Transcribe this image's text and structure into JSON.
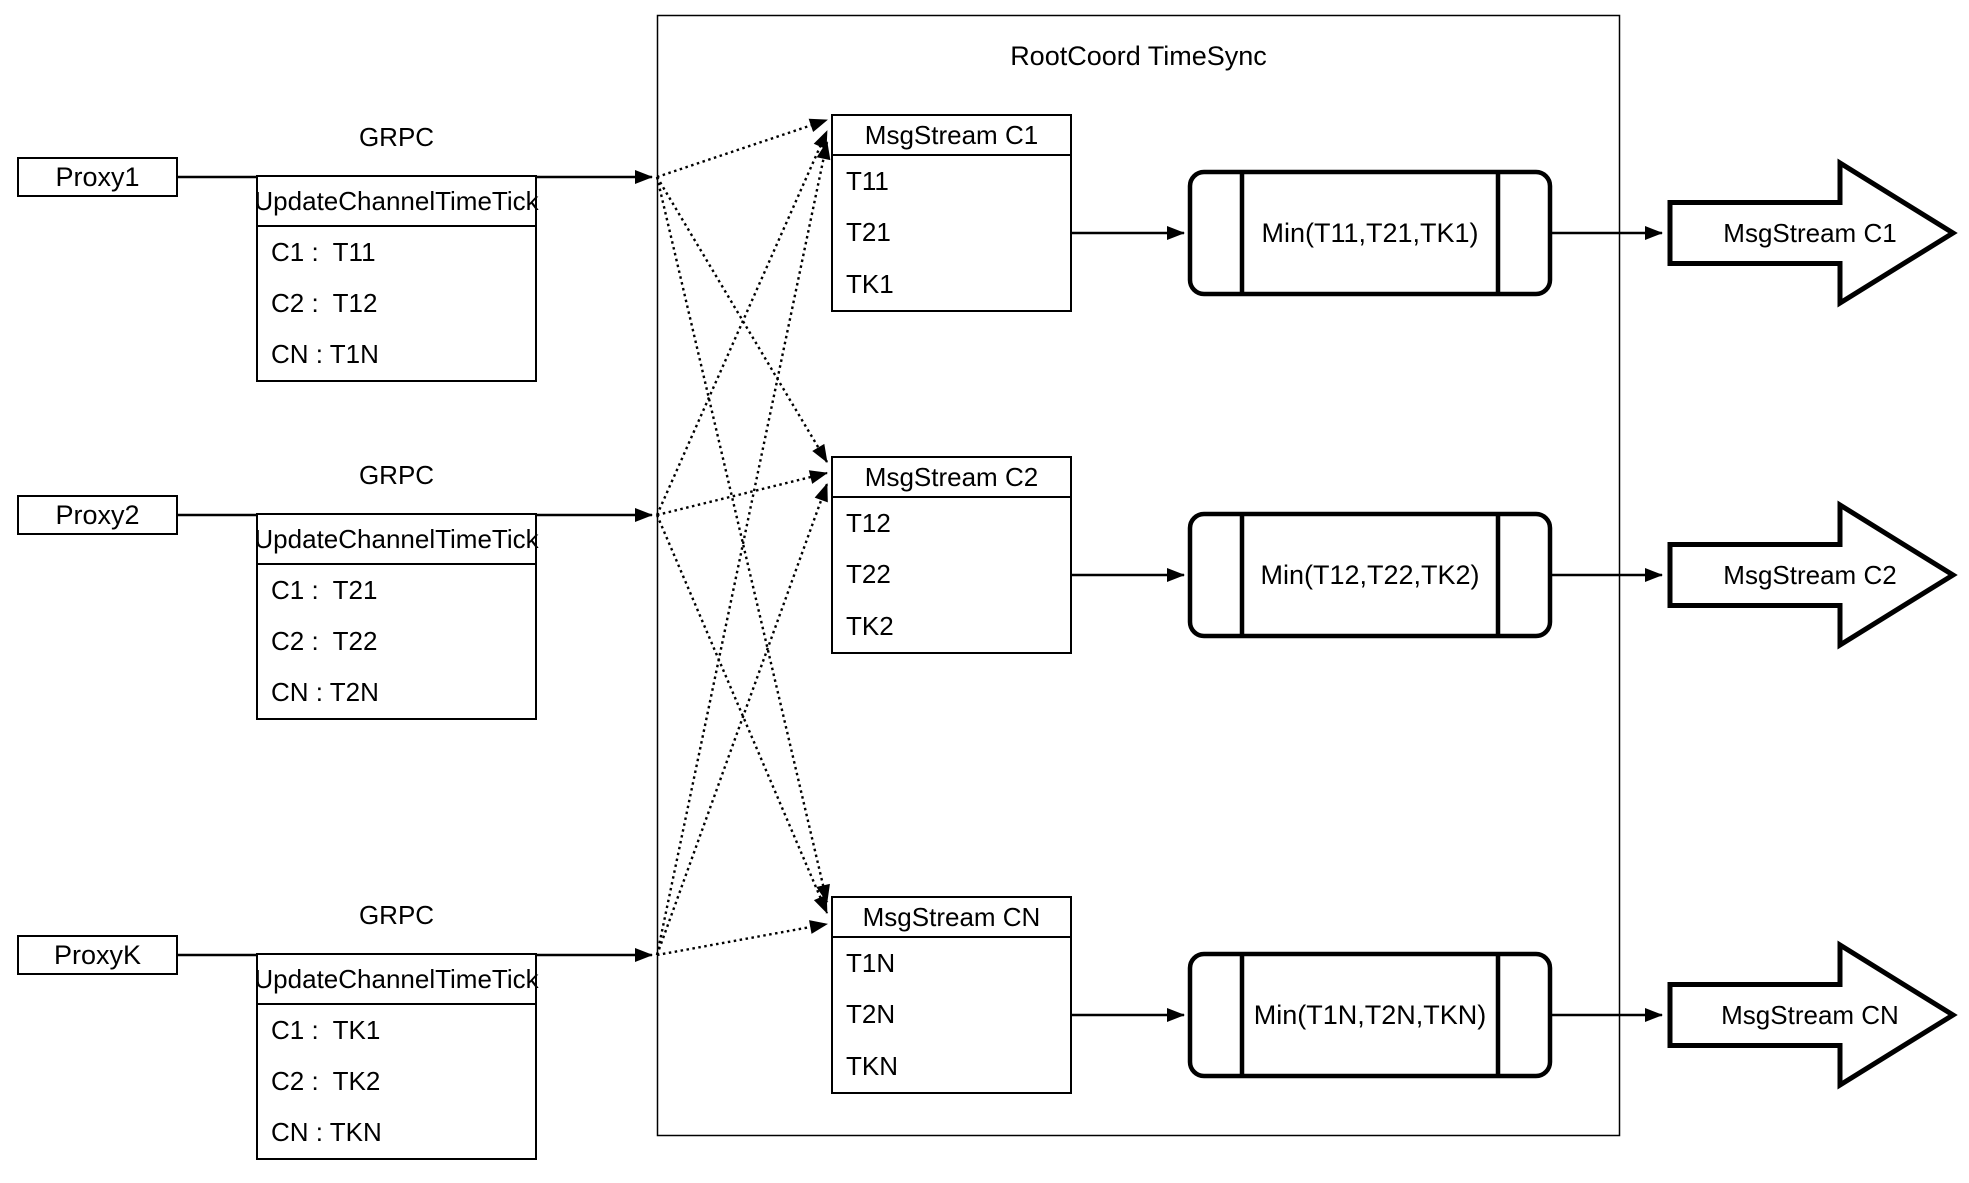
{
  "diagram": {
    "title": "RootCoord TimeSync",
    "colors": {
      "stroke": "#000000",
      "background": "#ffffff"
    },
    "rows": [
      {
        "proxy": "Proxy1",
        "grpc": "GRPC",
        "update_table": {
          "header": "UpdateChannelTimeTick",
          "rows": [
            "C1 :  T11",
            "C2 :  T12",
            "CN : T1N"
          ]
        },
        "stream_table": {
          "header": "MsgStream C1",
          "rows": [
            "T11",
            "T21",
            "TK1"
          ]
        },
        "min_label": "Min(T11,T21,TK1)",
        "output_label": "MsgStream C1"
      },
      {
        "proxy": "Proxy2",
        "grpc": "GRPC",
        "update_table": {
          "header": "UpdateChannelTimeTick",
          "rows": [
            "C1 :  T21",
            "C2 :  T22",
            "CN : T2N"
          ]
        },
        "stream_table": {
          "header": "MsgStream C2",
          "rows": [
            "T12",
            "T22",
            "TK2"
          ]
        },
        "min_label": "Min(T12,T22,TK2)",
        "output_label": "MsgStream C2"
      },
      {
        "proxy": "ProxyK",
        "grpc": "GRPC",
        "update_table": {
          "header": "UpdateChannelTimeTick",
          "rows": [
            "C1 :  TK1",
            "C2 :  TK2",
            "CN : TKN"
          ]
        },
        "stream_table": {
          "header": "MsgStream CN",
          "rows": [
            "T1N",
            "T2N",
            "TKN"
          ]
        },
        "min_label": "Min(T1N,T2N,TKN)",
        "output_label": "MsgStream CN"
      }
    ]
  }
}
